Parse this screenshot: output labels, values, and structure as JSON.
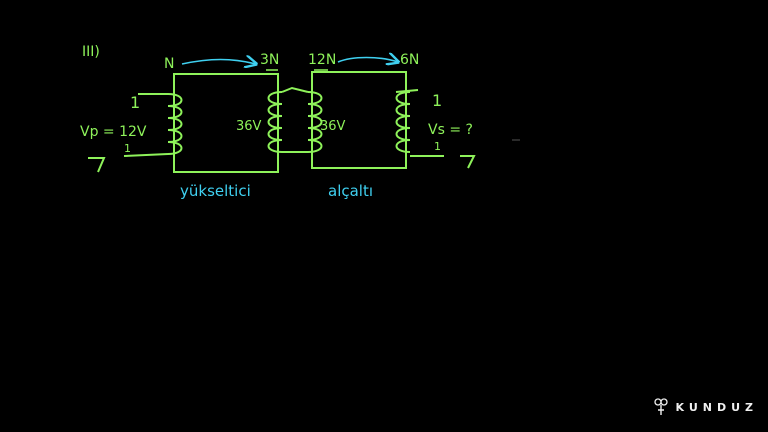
{
  "problem_label": "III)",
  "turns": {
    "left_primary": "N",
    "left_secondary": "3N",
    "right_primary": "12N",
    "right_secondary": "6N"
  },
  "voltages": {
    "primary": "Vp = 12V",
    "middle_left": "36V",
    "middle_right": "36V",
    "secondary": "Vs = ?"
  },
  "terminals": {
    "left_top": "1",
    "left_bottom": "1",
    "right_top": "1",
    "right_bottom": "1"
  },
  "labels": {
    "step_up": "yükseltici",
    "step_down": "alçaltı"
  },
  "brand": "KUNDUZ",
  "colors": {
    "green": "#8ef25a",
    "cyan": "#3fd0f0",
    "white": "#ffffff",
    "background": "#000000"
  }
}
